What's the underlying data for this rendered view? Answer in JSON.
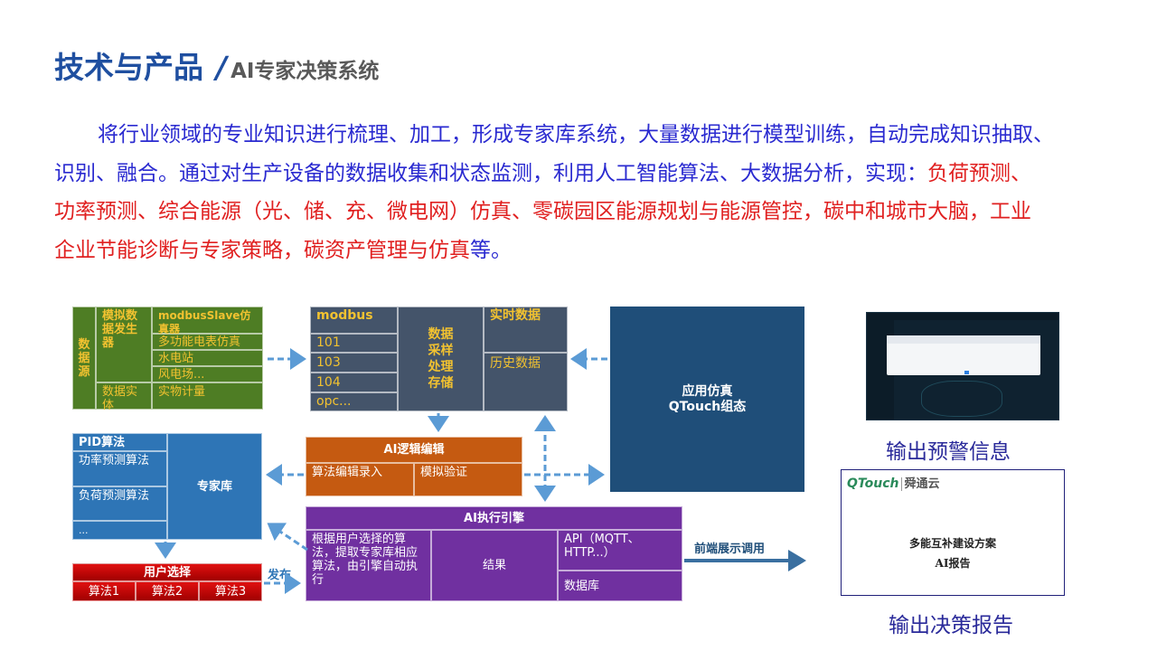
{
  "header": {
    "title": "技术与产品",
    "separator": "/",
    "subtitle": "AI专家决策系统"
  },
  "intro": {
    "lines": [
      [
        {
          "text": "将行业领域的专业知识进行梳理、加工，形成专家库系统，大量数据进行模型训练，自动完成知识抽取、",
          "color": "blue"
        }
      ],
      [
        {
          "text": "识别、融合。通过对生产设备的数据收集和状态监测，利用人工智能算法、大数据分析，实现：",
          "color": "blue"
        },
        {
          "text": "负荷预测、",
          "color": "red"
        }
      ],
      [
        {
          "text": "功率预测、综合能源（光、储、充、微电网）仿真、零碳园区能源规划与能源管控，碳中和城市大脑，工业",
          "color": "red"
        }
      ],
      [
        {
          "text": "企业节能诊断与专家策略，碳资产管理与仿真",
          "color": "red"
        },
        {
          "text": "等。",
          "color": "blue"
        }
      ]
    ]
  },
  "diagram": {
    "data_source": {
      "label": "数据源",
      "simulator": "模拟数据发生器",
      "entity": "数据实体",
      "modbus_slave": "modbusSlave仿真器",
      "items": [
        "多功能电表仿真",
        "水电站",
        "风电场..."
      ],
      "physical": "实物计量"
    },
    "collection": {
      "protocol": "modbus",
      "protocols": [
        "101",
        "103",
        "104",
        "opc..."
      ],
      "process": "数据采样处理存储",
      "realtime": "实时数据",
      "history": "历史数据"
    },
    "app": {
      "line1": "应用仿真",
      "line2": "QTouch组态"
    },
    "logic_editor": {
      "title": "AI逻辑编辑",
      "cells": [
        "算法编辑录入",
        "模拟验证"
      ]
    },
    "expert": {
      "pid": "PID算法",
      "algos": [
        "功率预测算法",
        "负荷预测算法",
        "..."
      ],
      "library": "专家库"
    },
    "user_select": {
      "title": "用户选择",
      "algos": [
        "算法1",
        "算法2",
        "算法3"
      ],
      "publish": "发布"
    },
    "engine": {
      "title": "AI执行引擎",
      "desc": "根据用户选择的算法，提取专家库相应算法，由引擎自动执行",
      "result": "结果",
      "api": "API（MQTT、HTTP...）",
      "db": "数据库"
    },
    "frontend": "前端展示调用"
  },
  "outputs": {
    "warning_caption": "输出预警信息",
    "report": {
      "logo": "QTouch",
      "logo_cn": "舜通云",
      "title": "多能互补建设方案",
      "subtitle": "AI报告"
    },
    "report_caption": "输出决策报告"
  },
  "colors": {
    "title": "#1f4fa0",
    "blue_text": "#2a2ad0",
    "red_text": "#e02020",
    "green": "#4e7d24",
    "slate": "#44546a",
    "navy": "#1f4e79",
    "blue": "#2e75b6",
    "orange": "#c55a11",
    "purple": "#7030a0",
    "red": "#c00000",
    "arrow": "#5b9bd5"
  }
}
